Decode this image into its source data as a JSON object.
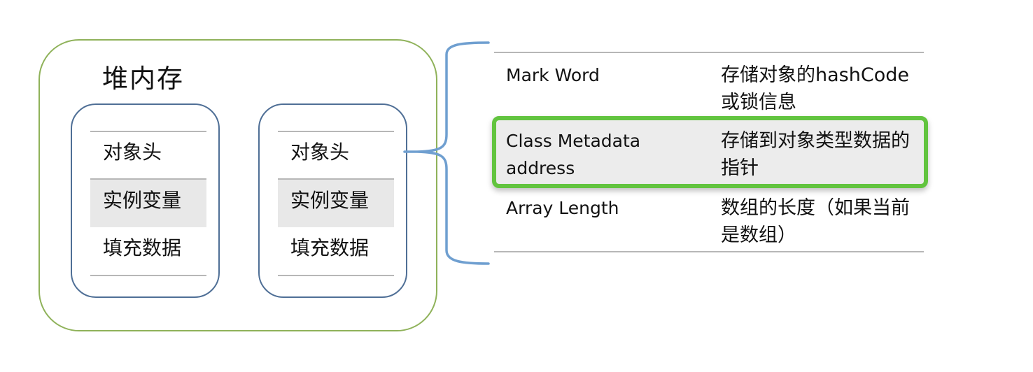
{
  "heap": {
    "title": "堆内存",
    "objects": [
      {
        "header": "对象头",
        "instance_data": "实例变量",
        "padding": "填充数据"
      },
      {
        "header": "对象头",
        "instance_data": "实例变量",
        "padding": "填充数据"
      }
    ]
  },
  "header_table": {
    "rows": [
      {
        "name": "Mark Word",
        "description": "存储对象的hashCode或锁信息"
      },
      {
        "name": "Class Metadata address",
        "description": "存储到对象类型数据的指针"
      },
      {
        "name": "Array Length",
        "description": "数组的长度（如果当前是数组）"
      }
    ]
  },
  "colors": {
    "heap_border": "#8fb25a",
    "object_border": "#4f6f96",
    "brace": "#6f9fd0",
    "highlight": "#62c43f",
    "row_shade": "#ececec",
    "divider": "#b7b7b7"
  }
}
